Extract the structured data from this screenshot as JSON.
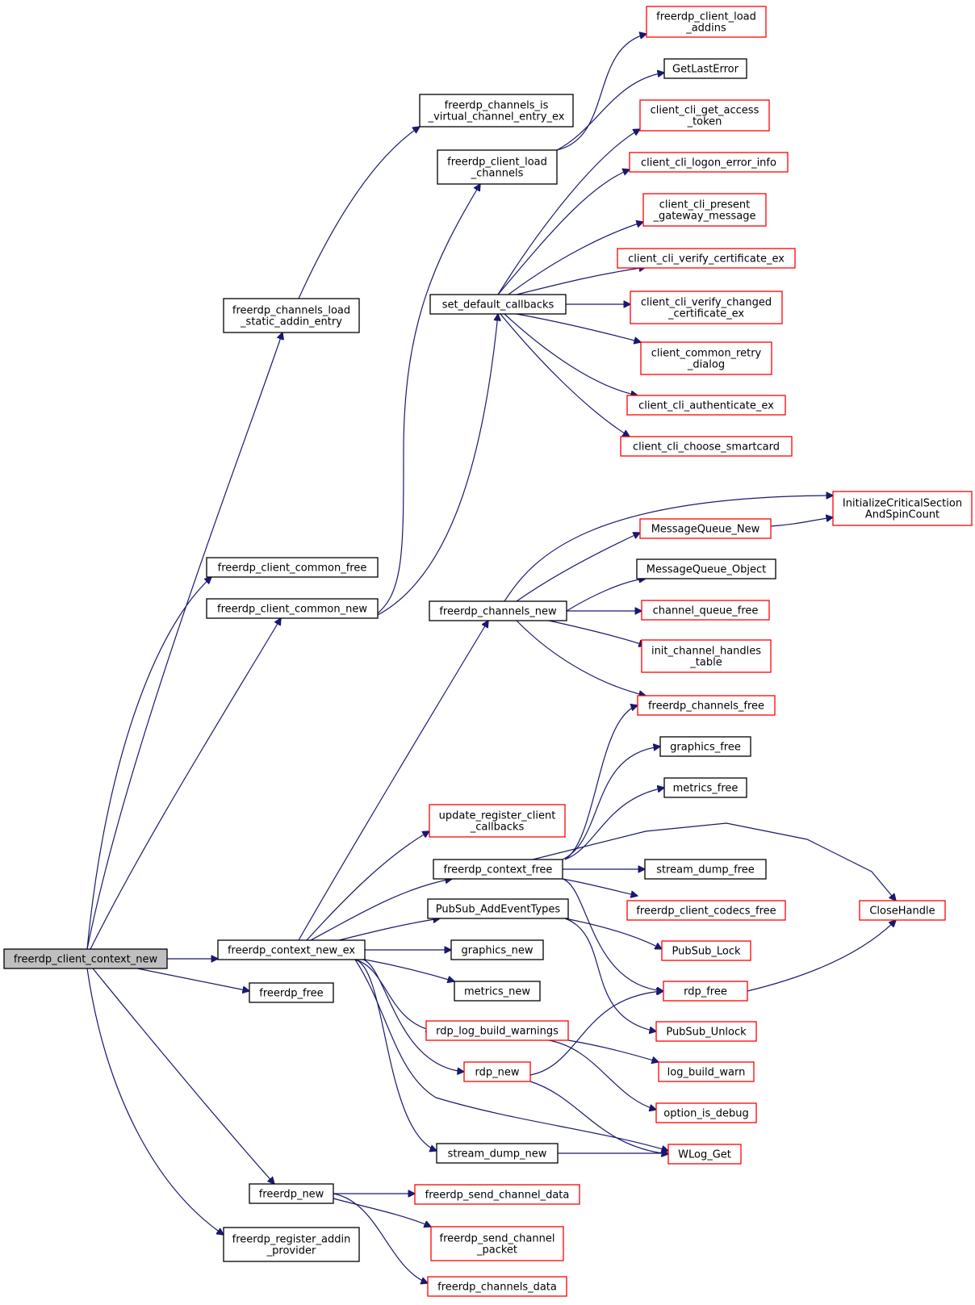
{
  "graph": {
    "colors": {
      "edge": "#191970",
      "root_fill": "#bfbfbf",
      "normal_border": "#000000",
      "truncated_border": "#ff0000"
    },
    "nodes": [
      {
        "id": "root",
        "lines": [
          "freerdp_client_context_new"
        ],
        "style": "root"
      },
      {
        "id": "load_static",
        "lines": [
          "freerdp_channels_load",
          "_static_addin_entry"
        ],
        "style": "normal"
      },
      {
        "id": "is_virtual",
        "lines": [
          "freerdp_channels_is",
          "_virtual_channel_entry_ex"
        ],
        "style": "normal"
      },
      {
        "id": "common_free",
        "lines": [
          "freerdp_client_common_free"
        ],
        "style": "normal"
      },
      {
        "id": "common_new",
        "lines": [
          "freerdp_client_common_new"
        ],
        "style": "normal"
      },
      {
        "id": "load_channels",
        "lines": [
          "freerdp_client_load",
          "_channels"
        ],
        "style": "normal"
      },
      {
        "id": "load_addins",
        "lines": [
          "freerdp_client_load",
          "_addins"
        ],
        "style": "truncated"
      },
      {
        "id": "getlasterror",
        "lines": [
          "GetLastError"
        ],
        "style": "normal"
      },
      {
        "id": "set_default",
        "lines": [
          "set_default_callbacks"
        ],
        "style": "normal"
      },
      {
        "id": "get_access",
        "lines": [
          "client_cli_get_access",
          "_token"
        ],
        "style": "truncated"
      },
      {
        "id": "logon_error",
        "lines": [
          "client_cli_logon_error_info"
        ],
        "style": "truncated"
      },
      {
        "id": "present_gw",
        "lines": [
          "client_cli_present",
          "_gateway_message"
        ],
        "style": "truncated"
      },
      {
        "id": "verify_cert",
        "lines": [
          "client_cli_verify_certificate_ex"
        ],
        "style": "truncated"
      },
      {
        "id": "verify_changed",
        "lines": [
          "client_cli_verify_changed",
          "_certificate_ex"
        ],
        "style": "truncated"
      },
      {
        "id": "retry_dialog",
        "lines": [
          "client_common_retry",
          "_dialog"
        ],
        "style": "truncated"
      },
      {
        "id": "authenticate",
        "lines": [
          "client_cli_authenticate_ex"
        ],
        "style": "truncated"
      },
      {
        "id": "smartcard",
        "lines": [
          "client_cli_choose_smartcard"
        ],
        "style": "truncated"
      },
      {
        "id": "ctx_new_ex",
        "lines": [
          "freerdp_context_new_ex"
        ],
        "style": "normal"
      },
      {
        "id": "channels_new",
        "lines": [
          "freerdp_channels_new"
        ],
        "style": "normal"
      },
      {
        "id": "init_cs",
        "lines": [
          "InitializeCriticalSection",
          "AndSpinCount"
        ],
        "style": "truncated"
      },
      {
        "id": "mq_new",
        "lines": [
          "MessageQueue_New"
        ],
        "style": "truncated"
      },
      {
        "id": "mq_object",
        "lines": [
          "MessageQueue_Object"
        ],
        "style": "normal"
      },
      {
        "id": "chq_free",
        "lines": [
          "channel_queue_free"
        ],
        "style": "truncated"
      },
      {
        "id": "init_ch",
        "lines": [
          "init_channel_handles",
          "_table"
        ],
        "style": "truncated"
      },
      {
        "id": "channels_free",
        "lines": [
          "freerdp_channels_free"
        ],
        "style": "truncated"
      },
      {
        "id": "graphics_free",
        "lines": [
          "graphics_free"
        ],
        "style": "normal"
      },
      {
        "id": "metrics_free",
        "lines": [
          "metrics_free"
        ],
        "style": "normal"
      },
      {
        "id": "update_reg",
        "lines": [
          "update_register_client",
          "_callbacks"
        ],
        "style": "truncated"
      },
      {
        "id": "ctx_free",
        "lines": [
          "freerdp_context_free"
        ],
        "style": "normal"
      },
      {
        "id": "sdump_free",
        "lines": [
          "stream_dump_free"
        ],
        "style": "normal"
      },
      {
        "id": "codecs_free",
        "lines": [
          "freerdp_client_codecs_free"
        ],
        "style": "truncated"
      },
      {
        "id": "closehandle",
        "lines": [
          "CloseHandle"
        ],
        "style": "truncated"
      },
      {
        "id": "pubsub_add",
        "lines": [
          "PubSub_AddEventTypes"
        ],
        "style": "normal"
      },
      {
        "id": "pubsub_lock",
        "lines": [
          "PubSub_Lock"
        ],
        "style": "truncated"
      },
      {
        "id": "graphics_new",
        "lines": [
          "graphics_new"
        ],
        "style": "normal"
      },
      {
        "id": "rdp_free",
        "lines": [
          "rdp_free"
        ],
        "style": "truncated"
      },
      {
        "id": "freerdp_free",
        "lines": [
          "freerdp_free"
        ],
        "style": "normal"
      },
      {
        "id": "metrics_new",
        "lines": [
          "metrics_new"
        ],
        "style": "normal"
      },
      {
        "id": "log_build",
        "lines": [
          "rdp_log_build_warnings"
        ],
        "style": "truncated"
      },
      {
        "id": "pubsub_unlock",
        "lines": [
          "PubSub_Unlock"
        ],
        "style": "truncated"
      },
      {
        "id": "rdp_new",
        "lines": [
          "rdp_new"
        ],
        "style": "truncated"
      },
      {
        "id": "log_warn",
        "lines": [
          "log_build_warn"
        ],
        "style": "truncated"
      },
      {
        "id": "opt_debug",
        "lines": [
          "option_is_debug"
        ],
        "style": "truncated"
      },
      {
        "id": "sdump_new",
        "lines": [
          "stream_dump_new"
        ],
        "style": "normal"
      },
      {
        "id": "wlog_get",
        "lines": [
          "WLog_Get"
        ],
        "style": "truncated"
      },
      {
        "id": "freerdp_new",
        "lines": [
          "freerdp_new"
        ],
        "style": "normal"
      },
      {
        "id": "send_ch_data",
        "lines": [
          "freerdp_send_channel_data"
        ],
        "style": "truncated"
      },
      {
        "id": "send_ch_packet",
        "lines": [
          "freerdp_send_channel",
          "_packet"
        ],
        "style": "truncated"
      },
      {
        "id": "register_addin",
        "lines": [
          "freerdp_register_addin",
          "_provider"
        ],
        "style": "normal"
      },
      {
        "id": "channels_data",
        "lines": [
          "freerdp_channels_data"
        ],
        "style": "truncated"
      }
    ],
    "edges": [
      [
        "root",
        "load_static"
      ],
      [
        "root",
        "common_free"
      ],
      [
        "root",
        "common_new"
      ],
      [
        "root",
        "ctx_new_ex"
      ],
      [
        "root",
        "freerdp_free"
      ],
      [
        "root",
        "freerdp_new"
      ],
      [
        "root",
        "register_addin"
      ],
      [
        "load_static",
        "is_virtual"
      ],
      [
        "common_new",
        "load_channels"
      ],
      [
        "common_new",
        "set_default"
      ],
      [
        "load_channels",
        "load_addins"
      ],
      [
        "load_channels",
        "getlasterror"
      ],
      [
        "set_default",
        "get_access"
      ],
      [
        "set_default",
        "logon_error"
      ],
      [
        "set_default",
        "present_gw"
      ],
      [
        "set_default",
        "verify_cert"
      ],
      [
        "set_default",
        "verify_changed"
      ],
      [
        "set_default",
        "retry_dialog"
      ],
      [
        "set_default",
        "authenticate"
      ],
      [
        "set_default",
        "smartcard"
      ],
      [
        "ctx_new_ex",
        "channels_new"
      ],
      [
        "ctx_new_ex",
        "update_reg"
      ],
      [
        "ctx_new_ex",
        "ctx_free"
      ],
      [
        "ctx_new_ex",
        "pubsub_add"
      ],
      [
        "ctx_new_ex",
        "graphics_new"
      ],
      [
        "ctx_new_ex",
        "metrics_new"
      ],
      [
        "ctx_new_ex",
        "log_build"
      ],
      [
        "ctx_new_ex",
        "rdp_new"
      ],
      [
        "ctx_new_ex",
        "sdump_new"
      ],
      [
        "ctx_new_ex",
        "wlog_get"
      ],
      [
        "channels_new",
        "init_cs"
      ],
      [
        "channels_new",
        "mq_new"
      ],
      [
        "channels_new",
        "mq_object"
      ],
      [
        "channels_new",
        "chq_free"
      ],
      [
        "channels_new",
        "init_ch"
      ],
      [
        "channels_new",
        "channels_free"
      ],
      [
        "mq_new",
        "init_cs"
      ],
      [
        "ctx_free",
        "channels_free"
      ],
      [
        "ctx_free",
        "graphics_free"
      ],
      [
        "ctx_free",
        "metrics_free"
      ],
      [
        "ctx_free",
        "closehandle"
      ],
      [
        "ctx_free",
        "sdump_free"
      ],
      [
        "ctx_free",
        "codecs_free"
      ],
      [
        "ctx_free",
        "rdp_free"
      ],
      [
        "pubsub_add",
        "pubsub_lock"
      ],
      [
        "pubsub_add",
        "pubsub_unlock"
      ],
      [
        "rdp_free",
        "closehandle"
      ],
      [
        "log_build",
        "log_warn"
      ],
      [
        "log_build",
        "opt_debug"
      ],
      [
        "rdp_new",
        "rdp_free"
      ],
      [
        "rdp_new",
        "wlog_get"
      ],
      [
        "sdump_new",
        "wlog_get"
      ],
      [
        "freerdp_new",
        "send_ch_data"
      ],
      [
        "freerdp_new",
        "send_ch_packet"
      ],
      [
        "freerdp_new",
        "channels_data"
      ]
    ]
  }
}
